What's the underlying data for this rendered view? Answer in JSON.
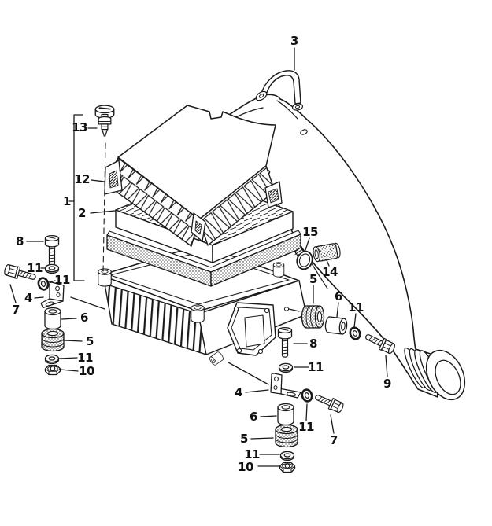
{
  "diagram": {
    "background_color": "#ffffff",
    "line_color": "#1a1a1a",
    "part_labels": {
      "assembly": "1",
      "filter_element": "2",
      "strap": "3",
      "mounting_bracket": "4",
      "rubber_mount": "5",
      "spacer_sleeve": "6",
      "bolt_long": "7",
      "bolt_short": "8",
      "bolt_duct": "9",
      "hex_nut": "10",
      "washer": "11",
      "cover_corner": "12",
      "valve": "13",
      "connecting_hose": "14",
      "hose_clamp": "15"
    }
  }
}
